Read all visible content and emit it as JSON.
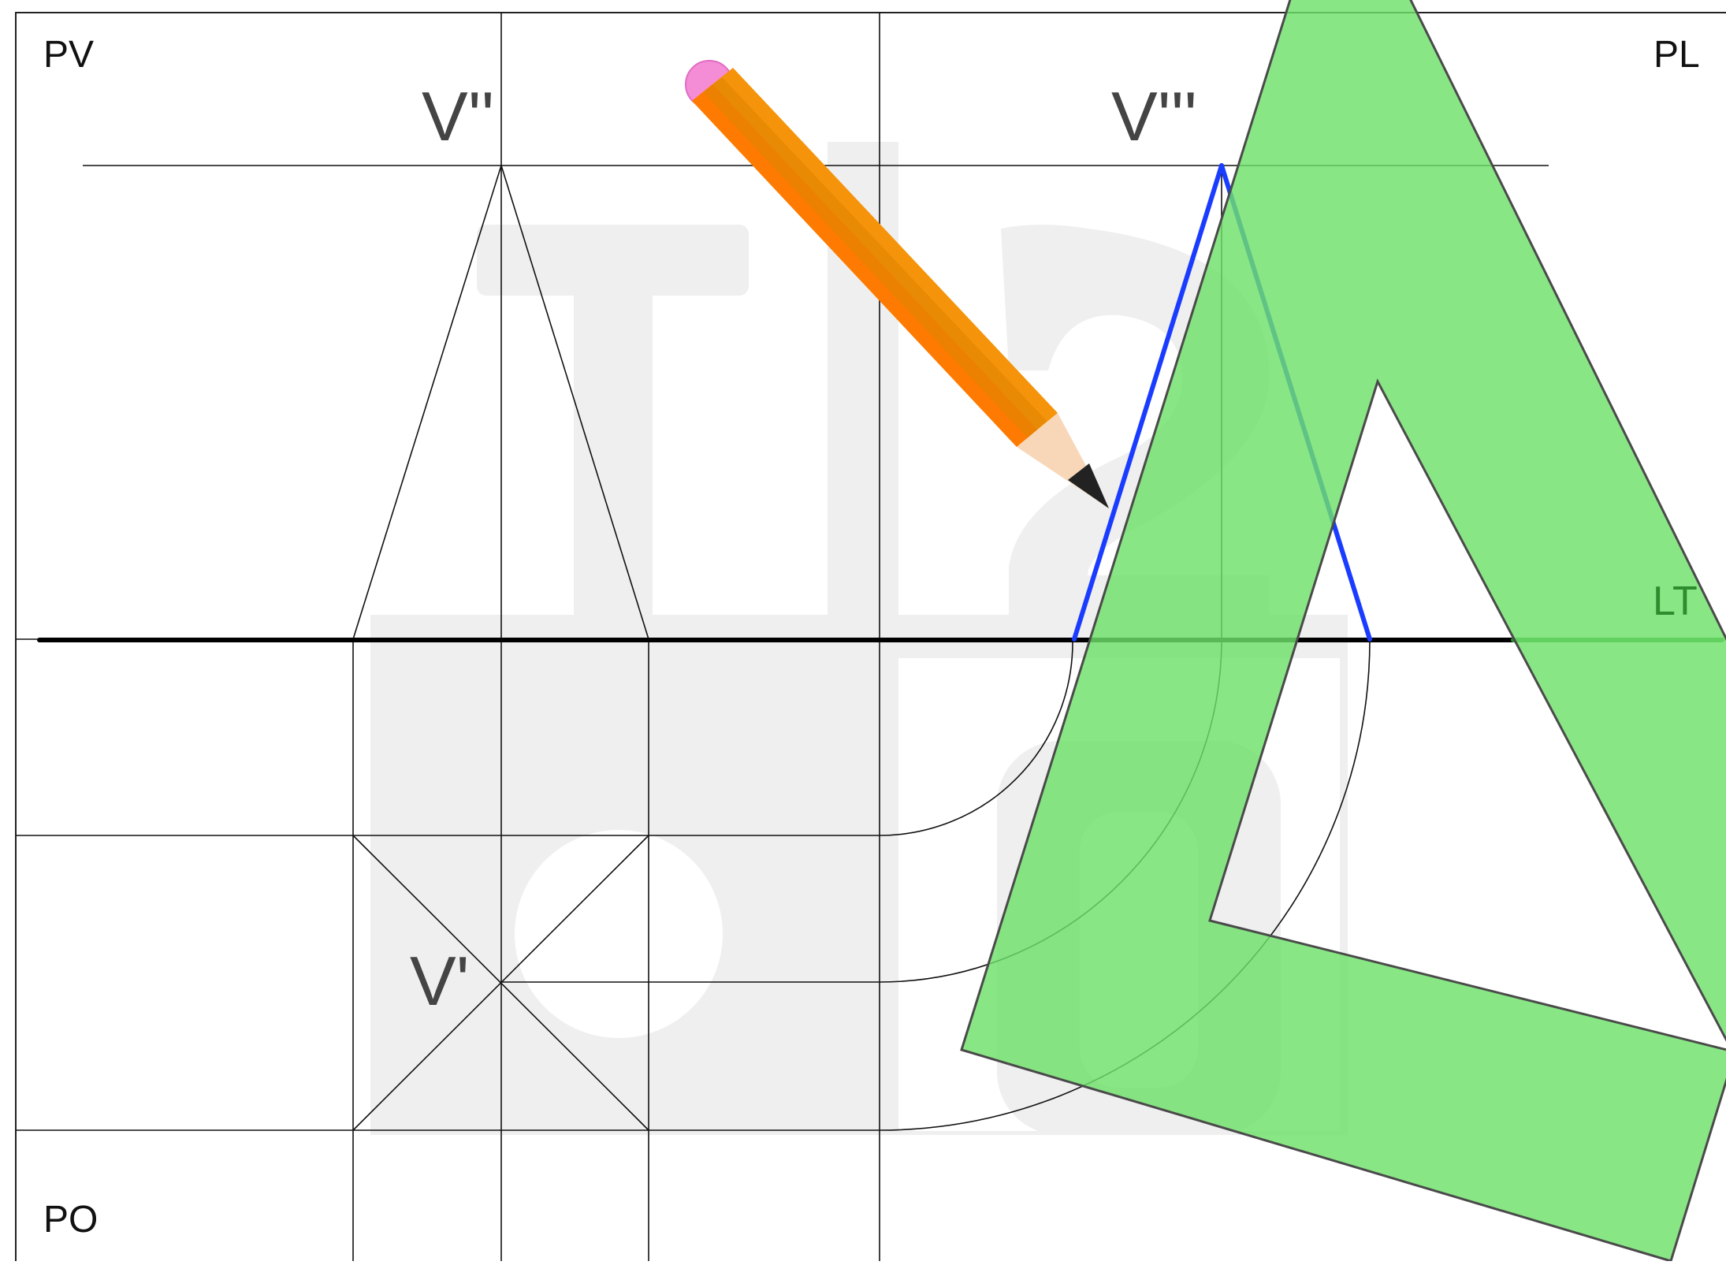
{
  "planes": {
    "pv": "PV",
    "pl": "PL",
    "po": "PO",
    "lt": "LT"
  },
  "vertices": {
    "front_view": "V''",
    "side_view": "V'''",
    "top_view": "V'"
  },
  "watermark": {
    "text_top": "T",
    "text_top_2": "l2",
    "text_bottom_1": "o",
    "text_bottom_2": "0"
  },
  "colors": {
    "highlight_line": "#1a3cff",
    "triangle_fill": "#6fe06a",
    "triangle_stroke": "#4a4a4a",
    "lt_line_green": "#2e8b2e",
    "pencil_body": "#f5930a",
    "pencil_eraser": "#f48cd6",
    "watermark": "#efefef"
  },
  "tools": {
    "pencil": "pencil-icon",
    "set_square": "set-square-icon"
  }
}
